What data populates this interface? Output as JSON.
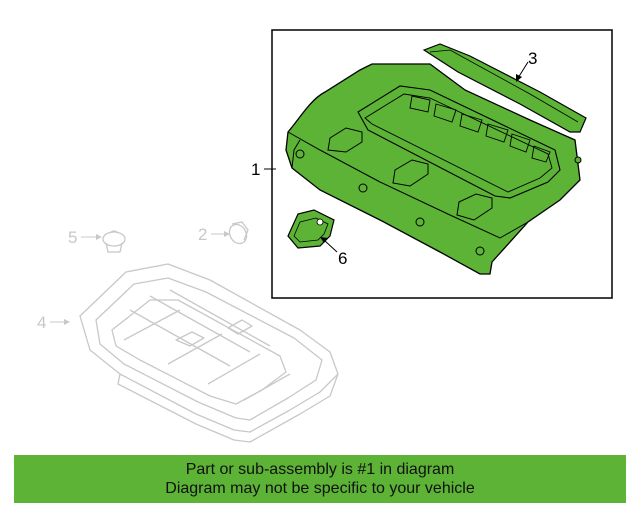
{
  "callouts": {
    "p1": "1",
    "p2": "2",
    "p3": "3",
    "p4": "4",
    "p5": "5",
    "p6": "6"
  },
  "banner": {
    "line1": "Part or sub-assembly is #1 in diagram",
    "line2": "Diagram may not be specific to your vehicle"
  },
  "colors": {
    "highlight_fill": "#5cb336",
    "banner_bg": "#5cb336",
    "faded_part": "#c8c8c8",
    "outline": "#000000"
  }
}
